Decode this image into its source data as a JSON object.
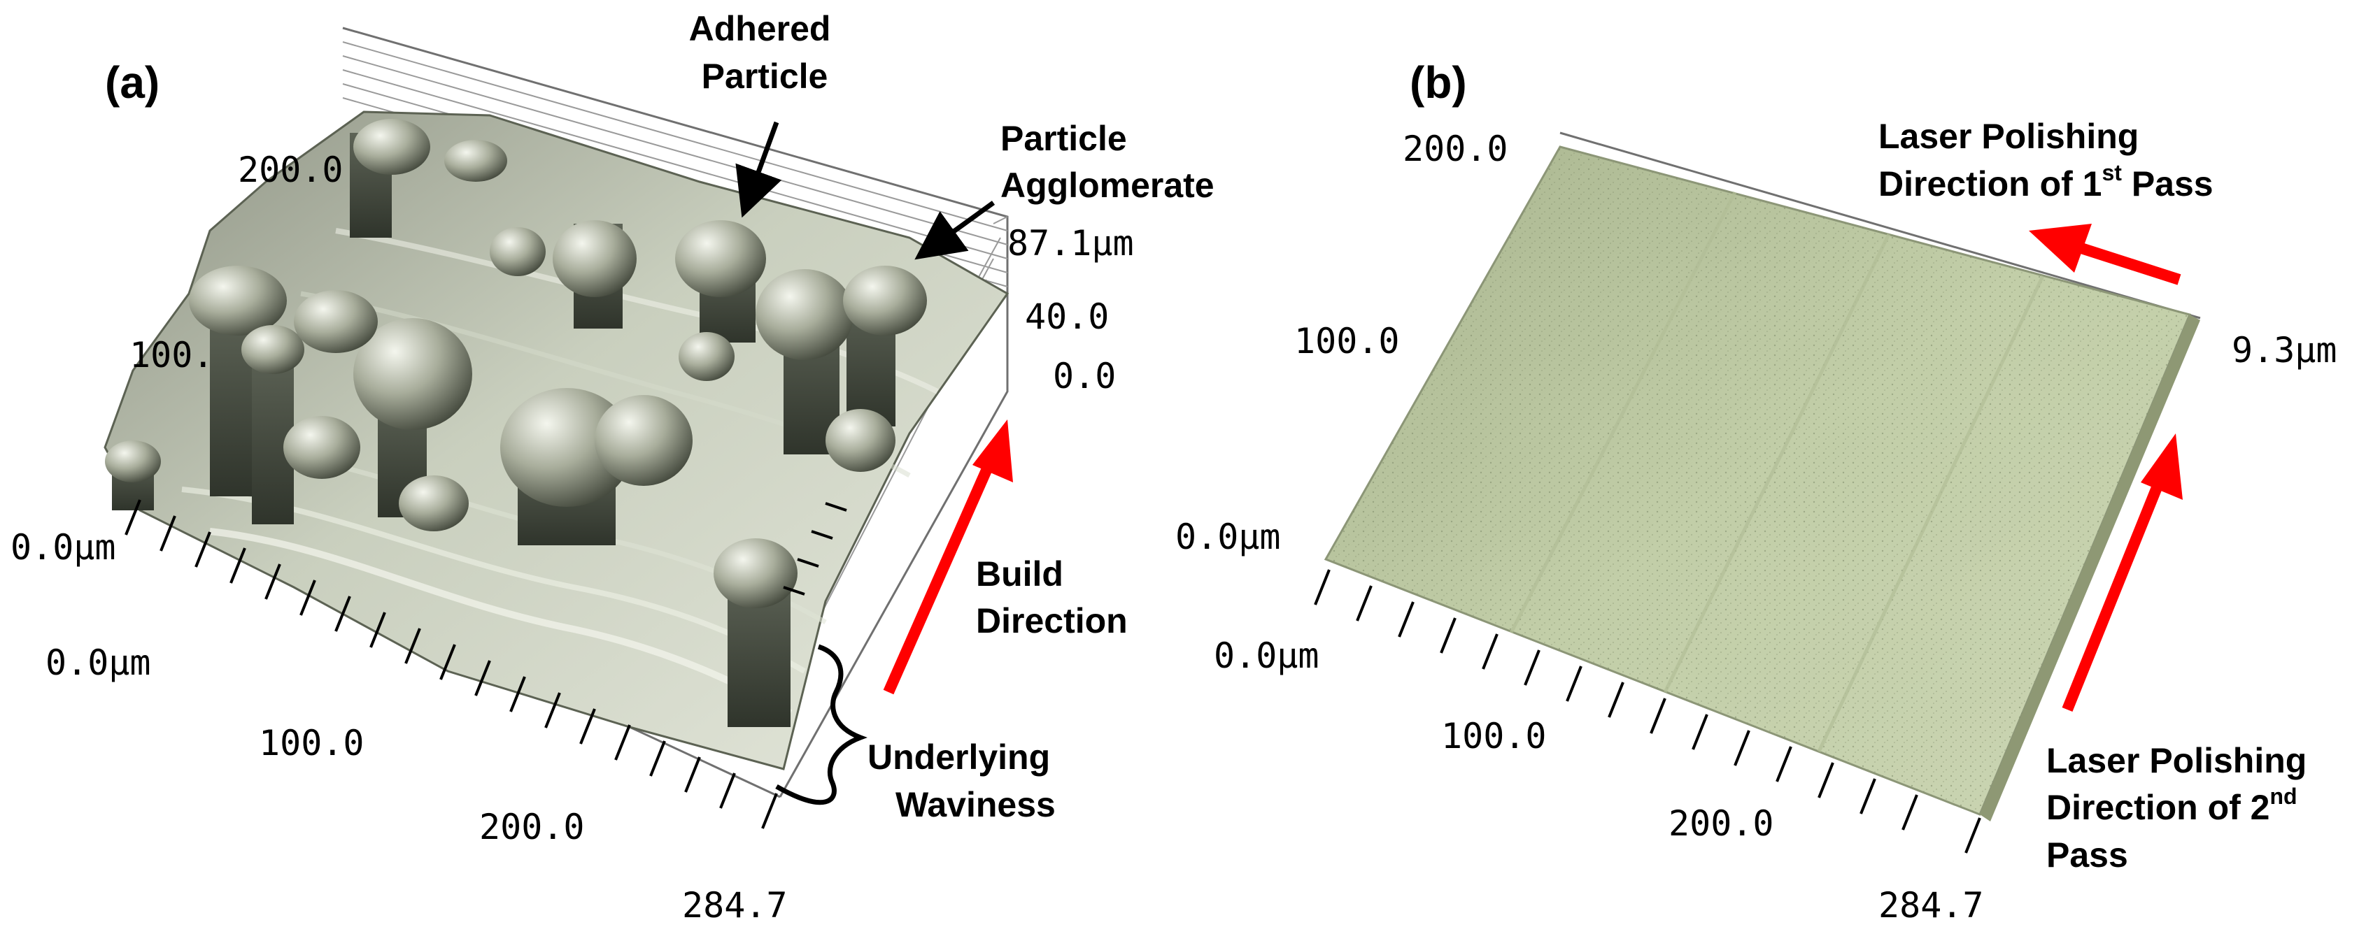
{
  "panel_a": {
    "label": "(a)",
    "annotations": {
      "adhered_particle": [
        "Adhered",
        "Particle"
      ],
      "particle_agglomerate": [
        "Particle",
        "Agglomerate"
      ],
      "build_direction": [
        "Build",
        "Direction"
      ],
      "underlying_waviness": [
        "Underlying",
        "Waviness"
      ]
    },
    "axis_labels": {
      "y_top": "200.0",
      "y_mid": "100.",
      "y_origin": "0.0μm",
      "x_origin": "0.0μm",
      "x_mid": "100.0",
      "x_200": "200.0",
      "x_end": "284.7",
      "z_max": "87.1μm",
      "z_mid": "40.0",
      "z_min": "0.0"
    }
  },
  "panel_b": {
    "label": "(b)",
    "annotations": {
      "first_pass": [
        "Laser Polishing",
        "Direction of 1",
        "st",
        " Pass"
      ],
      "second_pass": [
        "Laser Polishing",
        "Direction of 2",
        "nd",
        "Pass"
      ]
    },
    "axis_labels": {
      "y_top": "200.0",
      "y_mid": "100.0",
      "y_origin": "0.0μm",
      "x_origin": "0.0μm",
      "x_mid": "100.0",
      "x_200": "200.0",
      "x_end": "284.7",
      "z_max": "9.3μm"
    }
  },
  "colors": {
    "arrow_red": "#ff0000",
    "rough_surface": "#b9bfae",
    "polished_surface": "#bccaa3"
  }
}
